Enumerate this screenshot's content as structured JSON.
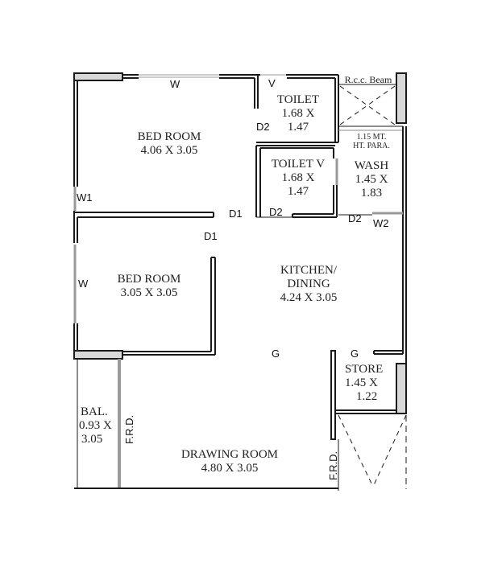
{
  "plan": {
    "type": "residential floor plan",
    "rooms": [
      {
        "id": "bed1",
        "name": "BED ROOM",
        "size": "4.06 X 3.05"
      },
      {
        "id": "toilet1",
        "name": "TOILET",
        "size_a": "1.68 X",
        "size_b": "1.47"
      },
      {
        "id": "toilet2",
        "name": "TOILET V",
        "size_a": "1.68 X",
        "size_b": "1.47"
      },
      {
        "id": "wash",
        "name": "WASH",
        "size_a": "1.45 X",
        "size_b": "1.83"
      },
      {
        "id": "bed2",
        "name": "BED ROOM",
        "size": "3.05 X 3.05"
      },
      {
        "id": "kitchen",
        "name_a": "KITCHEN/",
        "name_b": "DINING",
        "size": "4.24 X 3.05"
      },
      {
        "id": "store",
        "name": "STORE",
        "size_a": "1.45 X",
        "size_b": "1.22"
      },
      {
        "id": "balcony",
        "name": "BAL.",
        "size_a": "0.93 X",
        "size_b": "3.05"
      },
      {
        "id": "drawing",
        "name": "DRAWING ROOM",
        "size": "4.80 X 3.05"
      }
    ],
    "notes": {
      "beam": "R.c.c. Beam",
      "parapet_a": "1.15 MT.",
      "parapet_b": "HT. PARA."
    },
    "openings": {
      "w_top": "W",
      "v_toilet": "V",
      "d2_toilet1": "D2",
      "w1": "W1",
      "d1_a": "D1",
      "d1_b": "D1",
      "d2_toilet2": "D2",
      "d2_wash": "D2",
      "w2": "W2",
      "w_bed2": "W",
      "g_kitchen": "G",
      "g_store": "G",
      "frd_balcony": "F.R.D.",
      "frd_drawing": "F.R.D."
    },
    "colors": {
      "wall": "#1a1a1a",
      "column_fill": "#d9d9d9",
      "window": "#9a9a9a"
    }
  }
}
